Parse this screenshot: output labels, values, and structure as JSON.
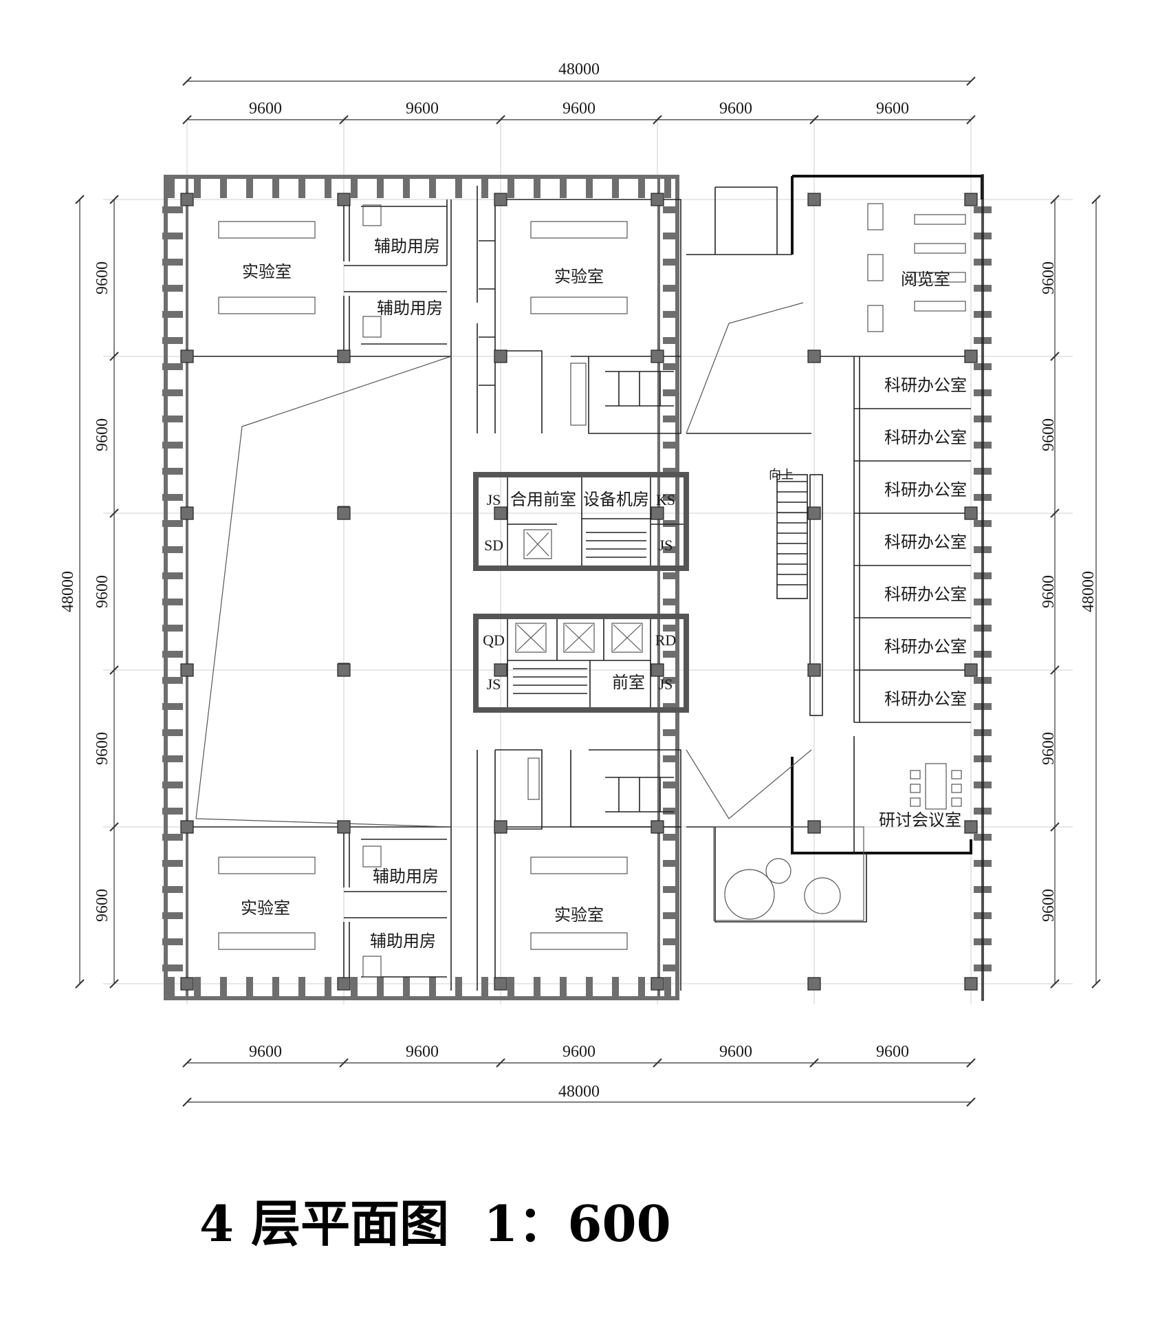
{
  "drawing": {
    "title": "4 层平面图  1：600",
    "colors": {
      "wall": "#6e6e6e",
      "line": "#222222",
      "grid": "#cfcfcf",
      "text": "#1a1a1a"
    }
  },
  "dimensions": {
    "top_total": "48000",
    "top_bays": [
      "9600",
      "9600",
      "9600",
      "9600",
      "9600"
    ],
    "bottom_bays": [
      "9600",
      "9600",
      "9600",
      "9600",
      "9600"
    ],
    "bottom_total": "48000",
    "left_total": "48000",
    "left_bays": [
      "9600",
      "9600",
      "9600",
      "9600",
      "9600"
    ],
    "right_bays": [
      "9600",
      "9600",
      "9600",
      "9600",
      "9600"
    ],
    "right_total": "48000"
  },
  "rooms": {
    "lab_nw": "实验室",
    "lab_n": "实验室",
    "lab_sw": "实验室",
    "lab_s": "实验室",
    "aux_nw_1": "辅助用房",
    "aux_nw_2": "辅助用房",
    "aux_sw_1": "辅助用房",
    "aux_sw_2": "辅助用房",
    "reading": "阅览室",
    "office_1": "科研办公室",
    "office_2": "科研办公室",
    "office_3": "科研办公室",
    "office_4": "科研办公室",
    "office_5": "科研办公室",
    "office_6": "科研办公室",
    "office_7": "科研办公室",
    "seminar": "研讨会议室",
    "shared_lobby": "合用前室",
    "equipment": "设备机房",
    "lobby": "前室",
    "stair_up": "向上"
  },
  "codes": {
    "core1_js_top": "JS",
    "core1_ks": "KS",
    "core1_sd": "SD",
    "core1_js_bottom": "JS",
    "core2_qd": "QD",
    "core2_rd": "RD",
    "core2_js_left": "JS",
    "core2_js_right": "JS"
  }
}
